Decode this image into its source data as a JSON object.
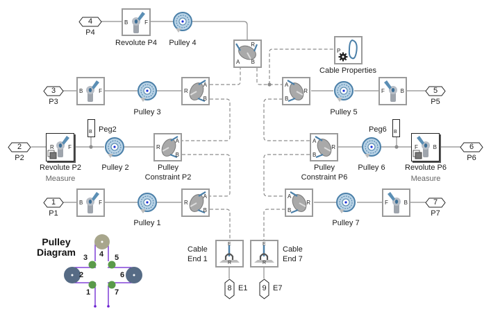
{
  "ports": {
    "p1": {
      "num": "1",
      "label": "P1"
    },
    "p2": {
      "num": "2",
      "label": "P2"
    },
    "p3": {
      "num": "3",
      "label": "P3"
    },
    "p4": {
      "num": "4",
      "label": "P4"
    },
    "p5": {
      "num": "5",
      "label": "P5"
    },
    "p6": {
      "num": "6",
      "label": "P6"
    },
    "p7": {
      "num": "7",
      "label": "P7"
    },
    "e1": {
      "num": "8",
      "label": "E1"
    },
    "e7": {
      "num": "9",
      "label": "E7"
    }
  },
  "blocks": {
    "revolute_p4": "Revolute P4",
    "pulley_4": "Pulley 4",
    "cable_properties": "Cable Properties",
    "pulley_3": "Pulley 3",
    "pulley_5": "Pulley 5",
    "revolute_p2": "Revolute P2",
    "revolute_p2_sub": "Measure",
    "peg2": "Peg2",
    "pulley_2": "Pulley 2",
    "pulley_constraint_p2_l1": "Pulley",
    "pulley_constraint_p2_l2": "Constraint P2",
    "pulley_constraint_p6_l1": "Pulley",
    "pulley_constraint_p6_l2": "Constraint P6",
    "pulley_6": "Pulley 6",
    "peg6": "Peg6",
    "revolute_p6": "Revolute P6",
    "revolute_p6_sub": "Measure",
    "pulley_1": "Pulley 1",
    "pulley_7": "Pulley 7",
    "cable_end_1_l1": "Cable",
    "cable_end_1_l2": "End 1",
    "cable_end_7_l1": "Cable",
    "cable_end_7_l2": "End 7"
  },
  "port_letters": {
    "b": "B",
    "f": "F",
    "a": "A",
    "r": "R",
    "p": "P",
    "e": "E"
  },
  "diagram": {
    "title_l1": "Pulley",
    "title_l2": "Diagram",
    "numbers": [
      "1",
      "2",
      "3",
      "4",
      "5",
      "6",
      "7"
    ]
  },
  "colors": {
    "wire": "#8c8c8c",
    "block_border": "#9a9a9a",
    "pulley_blue": "#4a7fa8",
    "diagram_green": "#5a9a4a",
    "diagram_slate": "#566b85",
    "diagram_tan": "#a8a68c",
    "diagram_cable": "#6a1fd1"
  }
}
